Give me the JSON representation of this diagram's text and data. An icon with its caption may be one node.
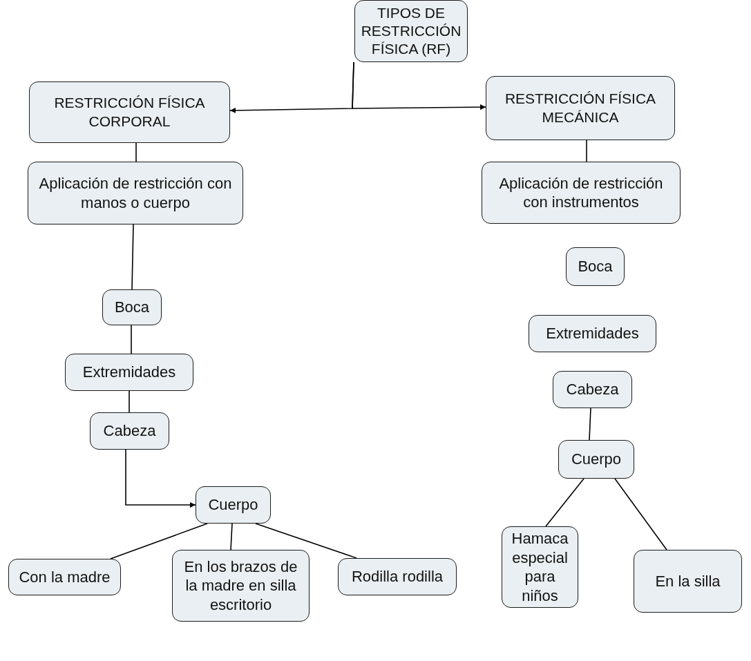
{
  "diagram": {
    "nodes": [
      {
        "text": [
          "TIPOS DE RESTRICCIÓN FÍSICA (RF)"
        ]
      },
      {
        "text": [
          "RESTRICCIÓN FÍSICA CORPORAL"
        ]
      },
      {
        "text": [
          "RESTRICCIÓN FÍSICA MECÁNICA"
        ]
      },
      {
        "text": [
          "Aplicación de restricción con manos o cuerpo"
        ]
      },
      {
        "text": [
          "Aplicación de restricción con instrumentos"
        ]
      },
      {
        "text": [
          "Boca"
        ]
      },
      {
        "text": [
          "Extremidades"
        ]
      },
      {
        "text": [
          "Cabeza"
        ]
      },
      {
        "text": [
          "Cuerpo"
        ]
      },
      {
        "text": [
          "Con la madre"
        ]
      },
      {
        "text": [
          "En los brazos de la madre en silla escritorio"
        ]
      },
      {
        "text": [
          "Rodilla rodilla"
        ]
      },
      {
        "text": [
          "Boca"
        ]
      },
      {
        "text": [
          "Extremidades"
        ]
      },
      {
        "text": [
          "Cabeza"
        ]
      },
      {
        "text": [
          "Cuerpo"
        ]
      },
      {
        "text": [
          "Hamaca especial para niños"
        ]
      },
      {
        "text": [
          "En la silla"
        ]
      }
    ],
    "edges": [
      {
        "from": 0,
        "to": 1,
        "arrow": "to"
      },
      {
        "from": 0,
        "to": 2,
        "arrow": "to"
      },
      {
        "from": 1,
        "to": 3,
        "arrow": "none"
      },
      {
        "from": 2,
        "to": 4,
        "arrow": "none"
      },
      {
        "from": 3,
        "to": 5,
        "arrow": "none"
      },
      {
        "from": 5,
        "to": 6,
        "arrow": "none"
      },
      {
        "from": 6,
        "to": 7,
        "arrow": "none"
      },
      {
        "from": 7,
        "to": 8,
        "arrow": "to"
      },
      {
        "from": 8,
        "to": 9,
        "arrow": "none"
      },
      {
        "from": 8,
        "to": 10,
        "arrow": "none"
      },
      {
        "from": 8,
        "to": 11,
        "arrow": "none"
      },
      {
        "from": 14,
        "to": 15,
        "arrow": "none"
      },
      {
        "from": 15,
        "to": 16,
        "arrow": "none"
      },
      {
        "from": 15,
        "to": 17,
        "arrow": "none"
      }
    ]
  }
}
